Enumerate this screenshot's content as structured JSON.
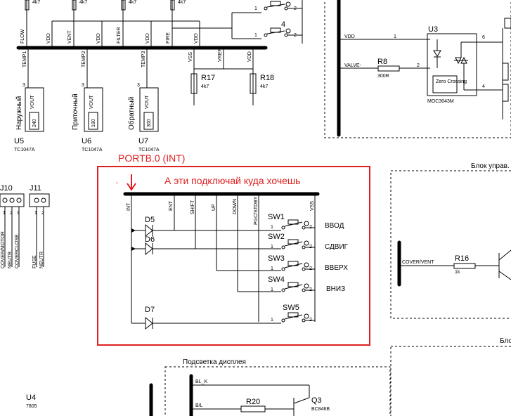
{
  "annotations": {
    "portb_label": "PORTB.0 (INT)",
    "connect_hint": "А эти подключай куда хочешь",
    "arrow": "↓"
  },
  "bus_top": {
    "signals": [
      "FLOW",
      "VDD",
      "VENT",
      "VDD",
      "FILTER",
      "VDD",
      "FIRE",
      "VDD"
    ],
    "temps": [
      "TEMP1",
      "TEMP2",
      "TEMP3"
    ],
    "resistor_value": "4k7"
  },
  "sensors": [
    {
      "ref": "U5",
      "part": "TC1047A",
      "value": "240",
      "side_label": "Наружный",
      "pin": "3",
      "out": "VOUT"
    },
    {
      "ref": "U6",
      "part": "TC1047A",
      "value": "190",
      "side_label": "Приточный",
      "pin": "3",
      "out": "VOUT"
    },
    {
      "ref": "U7",
      "part": "TC1047A",
      "value": "300",
      "side_label": "Обратный",
      "pin": "3",
      "out": "VOUT"
    }
  ],
  "divider": {
    "nets": [
      "VSS",
      "VREF",
      "VDD"
    ],
    "resistors": [
      {
        "ref": "R17",
        "value": "4k7"
      },
      {
        "ref": "R18",
        "value": "4k7"
      }
    ]
  },
  "top_switches": {
    "pin1": "1",
    "pin2": "2",
    "num": "4"
  },
  "triac_block": {
    "ref": "U3",
    "part": "MOC3043M",
    "nets": [
      "VDD",
      "VALVE-"
    ],
    "resistor": {
      "ref": "R8",
      "value": "300R"
    },
    "zero_crossing": "Zero Crossing",
    "pins": [
      "1",
      "2",
      "4",
      "6"
    ]
  },
  "connectors": {
    "j10": {
      "ref": "J10",
      "labels": [
        "COVER/MOTOR",
        "NEUTR",
        "COVERCLOSE"
      ],
      "pins": [
        "1",
        "2",
        "3"
      ]
    },
    "j11": {
      "ref": "J11",
      "labels": [
        "FUSE",
        "NEUTR"
      ],
      "pins": [
        "1",
        "2"
      ]
    }
  },
  "keypad": {
    "nets": [
      "INT",
      "ENT",
      "SHIFT",
      "UP",
      "DOWN",
      "PGC/STDBY",
      "VSS"
    ],
    "diodes": [
      "D5",
      "D6",
      "D7"
    ],
    "switches": [
      {
        "ref": "SW1",
        "label": "ВВОД"
      },
      {
        "ref": "SW2",
        "label": "СДВИГ"
      },
      {
        "ref": "SW3",
        "label": "ВВЕРХ"
      },
      {
        "ref": "SW4",
        "label": "ВНИЗ"
      },
      {
        "ref": "SW5",
        "label": ""
      }
    ],
    "pin1": "1",
    "pin2": "2"
  },
  "right_block": {
    "title": "Блок управ.",
    "net": "COVER/VENT",
    "resistor": {
      "ref": "R16",
      "value": "1k"
    },
    "bottom_title": "Бло"
  },
  "backlight": {
    "title": "Подсветка дисплея",
    "nets": [
      "BL_K",
      "B/L"
    ],
    "resistor": {
      "ref": "R20"
    },
    "transistor": {
      "ref": "Q3",
      "part": "BC846B"
    }
  },
  "u4": {
    "ref": "U4",
    "part": "7805"
  }
}
